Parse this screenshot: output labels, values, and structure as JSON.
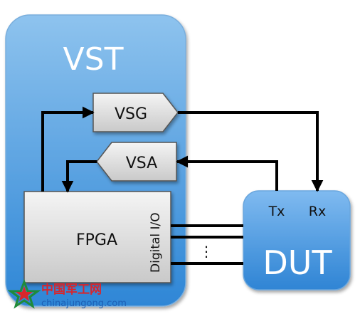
{
  "diagram": {
    "vst_title": "VST",
    "vsg_label": "VSG",
    "vsa_label": "VSA",
    "fpga_label": "FPGA",
    "digital_io_label": "Digital I/O",
    "dut_label": "DUT",
    "tx_label": "Tx",
    "rx_label": "Rx",
    "ellipsis": "⋮"
  },
  "watermark": {
    "site_name": "中国军工网",
    "site_url": "chinajungong.com"
  },
  "colors": {
    "vst_top": "#8ec3ee",
    "vst_bottom": "#2e86d6",
    "dut_top": "#7fbaf0",
    "dut_bottom": "#2f84d4",
    "block_top": "#f4f4f4",
    "block_bottom": "#c9c9c9",
    "line": "#000000",
    "watermark_red": "#d8262c",
    "watermark_green": "#1f8a3a",
    "watermark_blue": "#1d5fb5"
  }
}
